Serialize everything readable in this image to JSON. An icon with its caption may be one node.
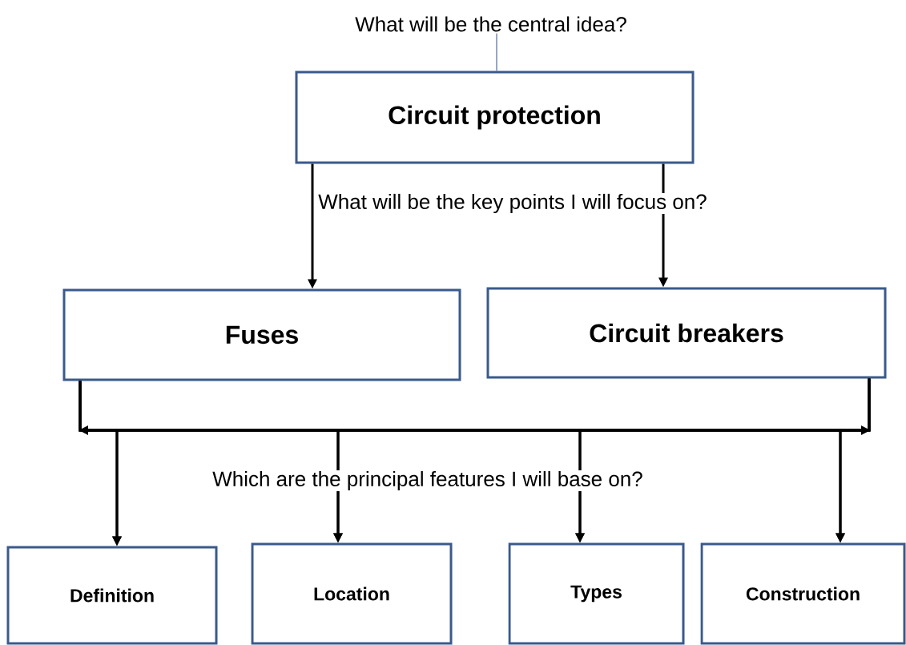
{
  "diagram": {
    "nodes": [
      {
        "text": [
          "What will be the central idea?"
        ]
      },
      {
        "text": [
          "Circuit protection"
        ]
      },
      {
        "text": [
          "Fuses"
        ]
      },
      {
        "text": [
          "Circuit breakers"
        ]
      },
      {
        "text": [
          "Definition"
        ]
      },
      {
        "text": [
          "Location"
        ]
      },
      {
        "text": [
          "Types"
        ]
      },
      {
        "text": [
          "Construction"
        ]
      }
    ],
    "edges": [
      {
        "from": 0,
        "to": 1,
        "arrow": "none",
        "color": "#4f6fa0"
      },
      {
        "from": 1,
        "to": 2,
        "arrow": "to"
      },
      {
        "from": 1,
        "to": 3,
        "arrow": "to"
      },
      {
        "from": 2,
        "to": 4,
        "arrow": "to"
      },
      {
        "from": 2,
        "to": 5,
        "arrow": "to"
      },
      {
        "from": 2,
        "to": 6,
        "arrow": "to"
      },
      {
        "from": 2,
        "to": 7,
        "arrow": "to"
      },
      {
        "from": 3,
        "to": 4,
        "arrow": "to"
      },
      {
        "from": 3,
        "to": 5,
        "arrow": "to"
      },
      {
        "from": 3,
        "to": 6,
        "arrow": "to"
      },
      {
        "from": 3,
        "to": 7,
        "arrow": "to"
      }
    ],
    "labels": [
      "What will be the key points I will focus on?",
      "Which are the principal features I will base on?"
    ]
  }
}
